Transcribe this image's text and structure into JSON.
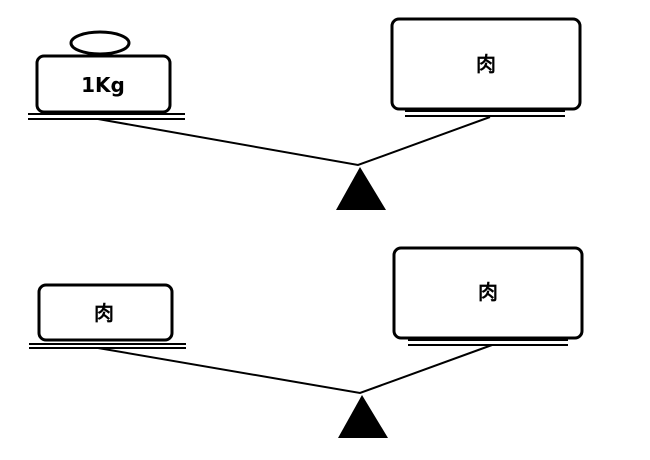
{
  "scale_top": {
    "left_item_label": "1Kg",
    "right_item_label": "肉"
  },
  "scale_bottom": {
    "left_item_label": "肉",
    "right_item_label": "肉"
  }
}
